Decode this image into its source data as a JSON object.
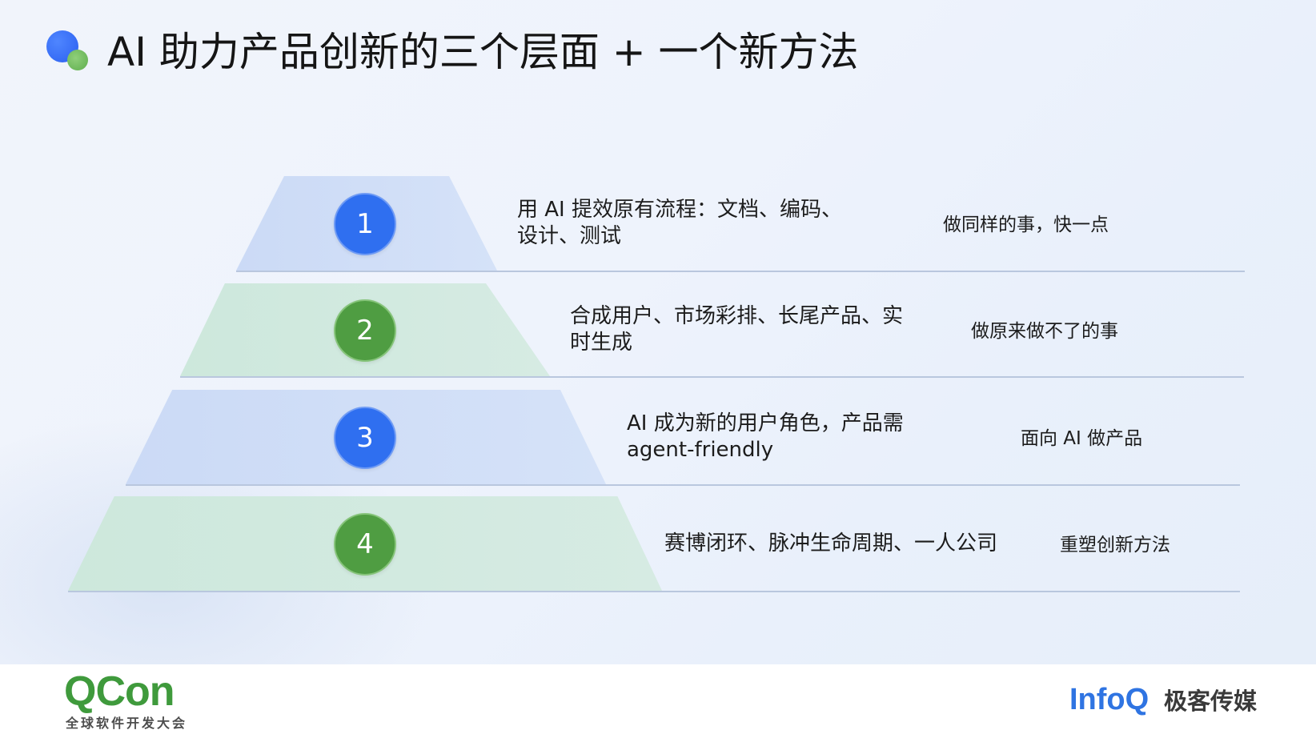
{
  "slide": {
    "title": "AI 助力产品创新的三个层面 + 一个新方法",
    "layers": [
      {
        "number": "1",
        "description_line1": "用 AI 提效原有流程：文档、编码、",
        "description_line2": "设计、测试",
        "tag": "做同样的事，快一点",
        "color": "blue"
      },
      {
        "number": "2",
        "description_line1": "合成用户、市场彩排、长尾产品、实",
        "description_line2": "时生成",
        "tag": "做原来做不了的事",
        "color": "green"
      },
      {
        "number": "3",
        "description_line1": "AI 成为新的用户角色，产品需",
        "description_line2": "agent-friendly",
        "tag": "面向 AI 做产品",
        "color": "blue"
      },
      {
        "number": "4",
        "description_line1": "赛博闭环、脉冲生命周期、一人公司",
        "description_line2": "",
        "tag": "重塑创新方法",
        "color": "green"
      }
    ]
  },
  "footer": {
    "left_logo": "QCon",
    "left_logo_sub": "全球软件开发大会",
    "right_logo": "InfoQ",
    "right_logo_cn": "极客传媒"
  },
  "colors": {
    "blue_accent": "#2f6ff0",
    "green_accent": "#4f9d42",
    "blue_layer": "#cbdaf6",
    "green_layer": "#cde8dc"
  }
}
